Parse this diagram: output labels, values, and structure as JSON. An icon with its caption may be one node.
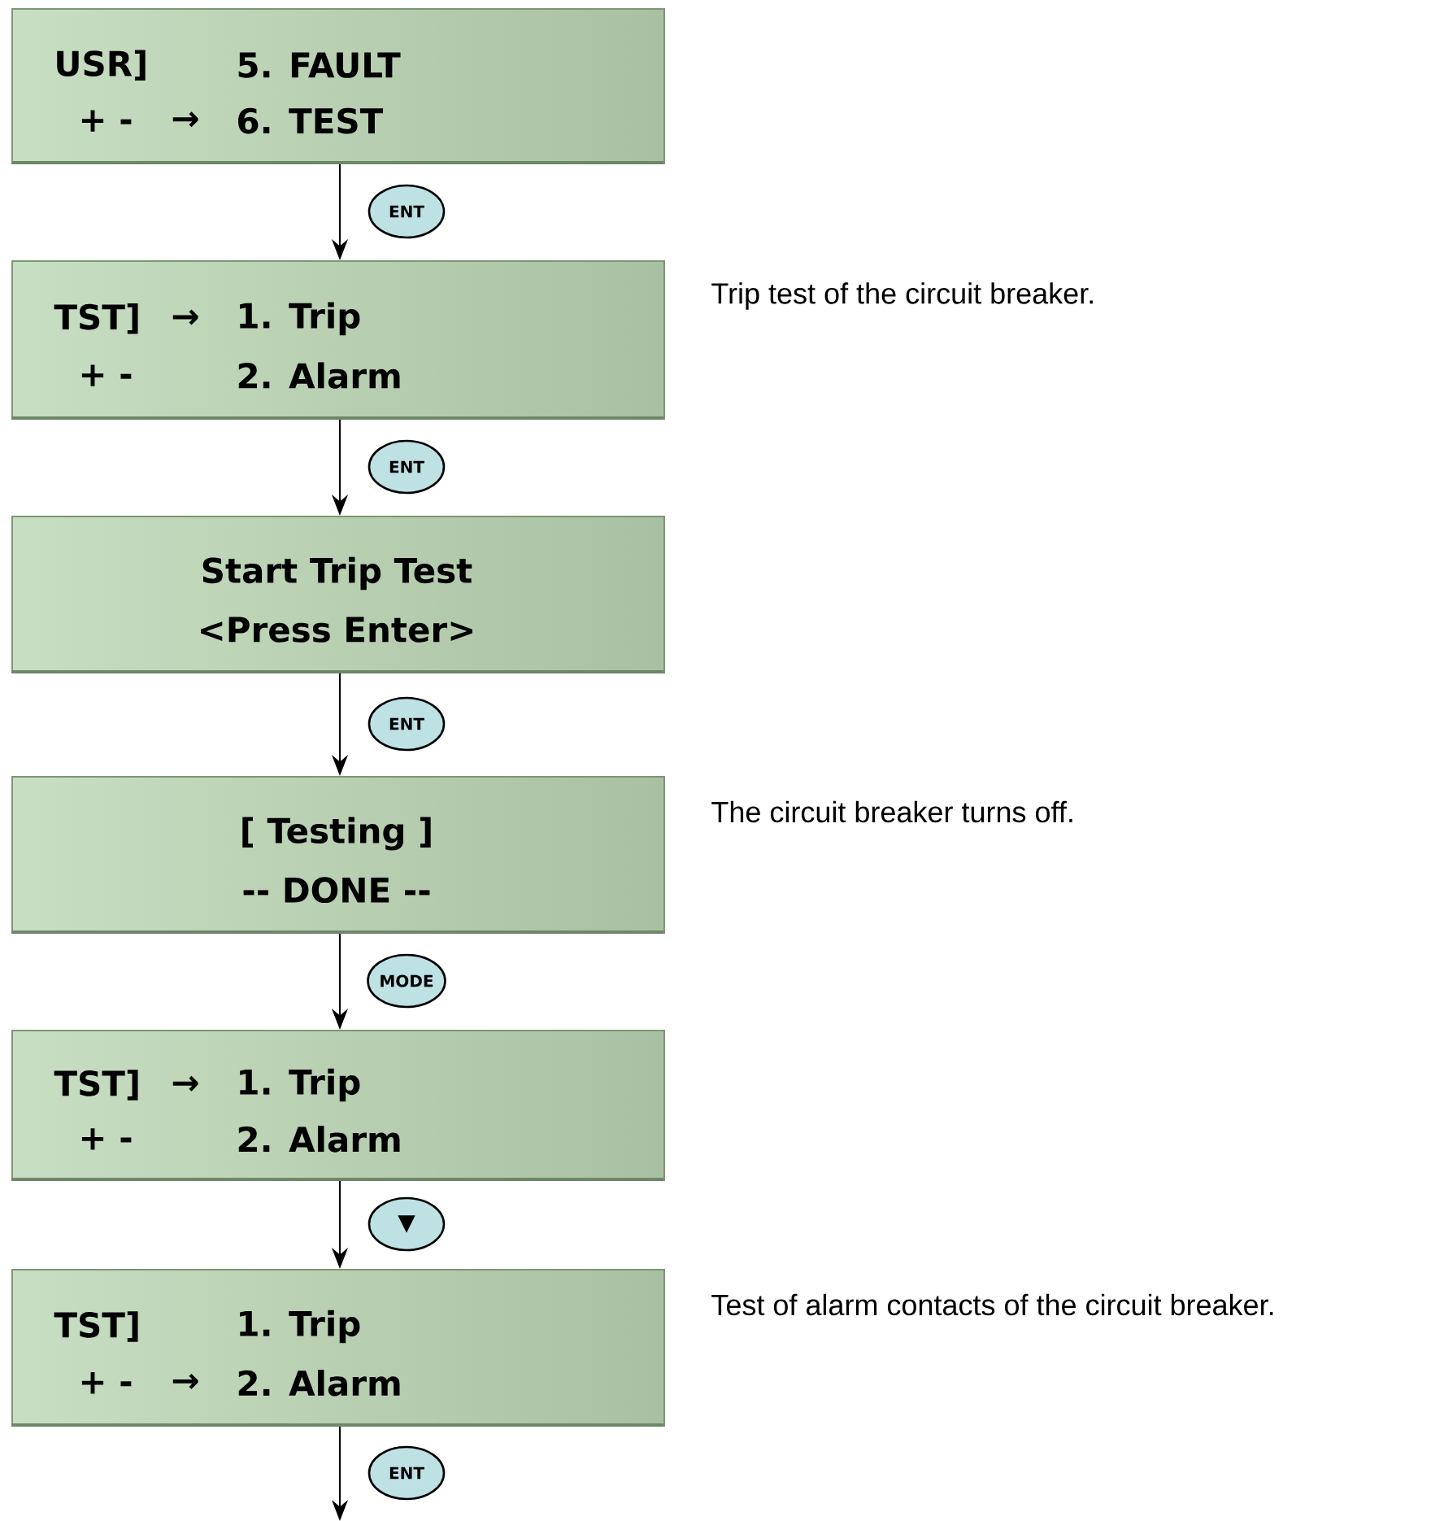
{
  "diagram": {
    "nodes": [
      {
        "text": [
          "USR]",
          "5. FAULT",
          "+ -",
          "→",
          "6. TEST"
        ]
      },
      {
        "text": [
          "TST]",
          "→",
          "1. Trip",
          "+ -",
          "2. Alarm"
        ],
        "beside": [
          "Trip test of the circuit breaker."
        ]
      },
      {
        "text": [
          "Start Trip Test",
          "<Press Enter>"
        ]
      },
      {
        "text": [
          "[ Testing ]",
          "-- DONE --"
        ],
        "beside": [
          "The circuit breaker turns off."
        ]
      },
      {
        "text": [
          "TST]",
          "→",
          "1. Trip",
          "+ -",
          "2. Alarm"
        ]
      },
      {
        "text": [
          "TST]",
          "1. Trip",
          "+ -",
          "→",
          "2. Alarm"
        ],
        "beside": [
          "Test of alarm contacts of the circuit breaker."
        ]
      }
    ],
    "edges": [
      {
        "from": 0,
        "to": 1,
        "arrow": "to",
        "label": "ENT"
      },
      {
        "from": 1,
        "to": 2,
        "arrow": "to",
        "label": "ENT"
      },
      {
        "from": 2,
        "to": 3,
        "arrow": "to",
        "label": "ENT"
      },
      {
        "from": 3,
        "to": 4,
        "arrow": "to",
        "label": "MODE"
      },
      {
        "from": 4,
        "to": 5,
        "arrow": "to",
        "label": "▼"
      },
      {
        "from": 5,
        "to": null,
        "arrow": "to",
        "label": "ENT"
      }
    ]
  }
}
